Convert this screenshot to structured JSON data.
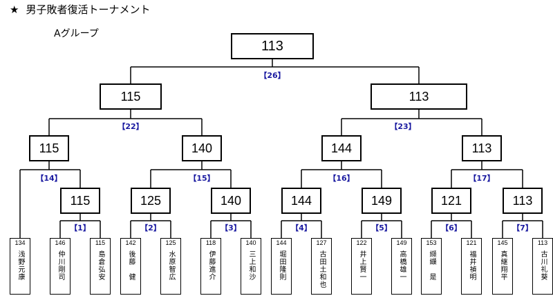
{
  "title": {
    "star": "★",
    "text": "男子敗者復活トーナメント"
  },
  "group_label": "Aグループ",
  "match_boxes": {
    "final": "113",
    "sf_left": "115",
    "sf_right": "113",
    "qf1": "115",
    "qf2": "140",
    "qf3": "144",
    "qf4": "113",
    "r1": "115",
    "r2": "125",
    "r3": "140",
    "r4": "144",
    "r5": "149",
    "r6": "121",
    "r7": "113"
  },
  "match_numbers": {
    "m1": "【1】",
    "m2": "【2】",
    "m3": "【3】",
    "m4": "【4】",
    "m5": "【5】",
    "m6": "【6】",
    "m7": "【7】",
    "m14": "【14】",
    "m15": "【15】",
    "m16": "【16】",
    "m17": "【17】",
    "m22": "【22】",
    "m23": "【23】",
    "m26": "【26】"
  },
  "players": [
    {
      "score": "134",
      "name": "浅野元康"
    },
    {
      "score": "146",
      "name": "仲川剛司"
    },
    {
      "score": "115",
      "name": "島倉弘安"
    },
    {
      "score": "142",
      "name": "後藤　健"
    },
    {
      "score": "125",
      "name": "水原智広"
    },
    {
      "score": "118",
      "name": "伊藤進介"
    },
    {
      "score": "140",
      "name": "三上和沙"
    },
    {
      "score": "144",
      "name": "堀田隆則"
    },
    {
      "score": "127",
      "name": "古田土和也"
    },
    {
      "score": "122",
      "name": "井上賢一"
    },
    {
      "score": "149",
      "name": "高橋雄一"
    },
    {
      "score": "153",
      "name": "纐纈　是"
    },
    {
      "score": "121",
      "name": "福井禎明"
    },
    {
      "score": "145",
      "name": "真継翔平"
    },
    {
      "score": "113",
      "name": "古川礼葵"
    }
  ]
}
